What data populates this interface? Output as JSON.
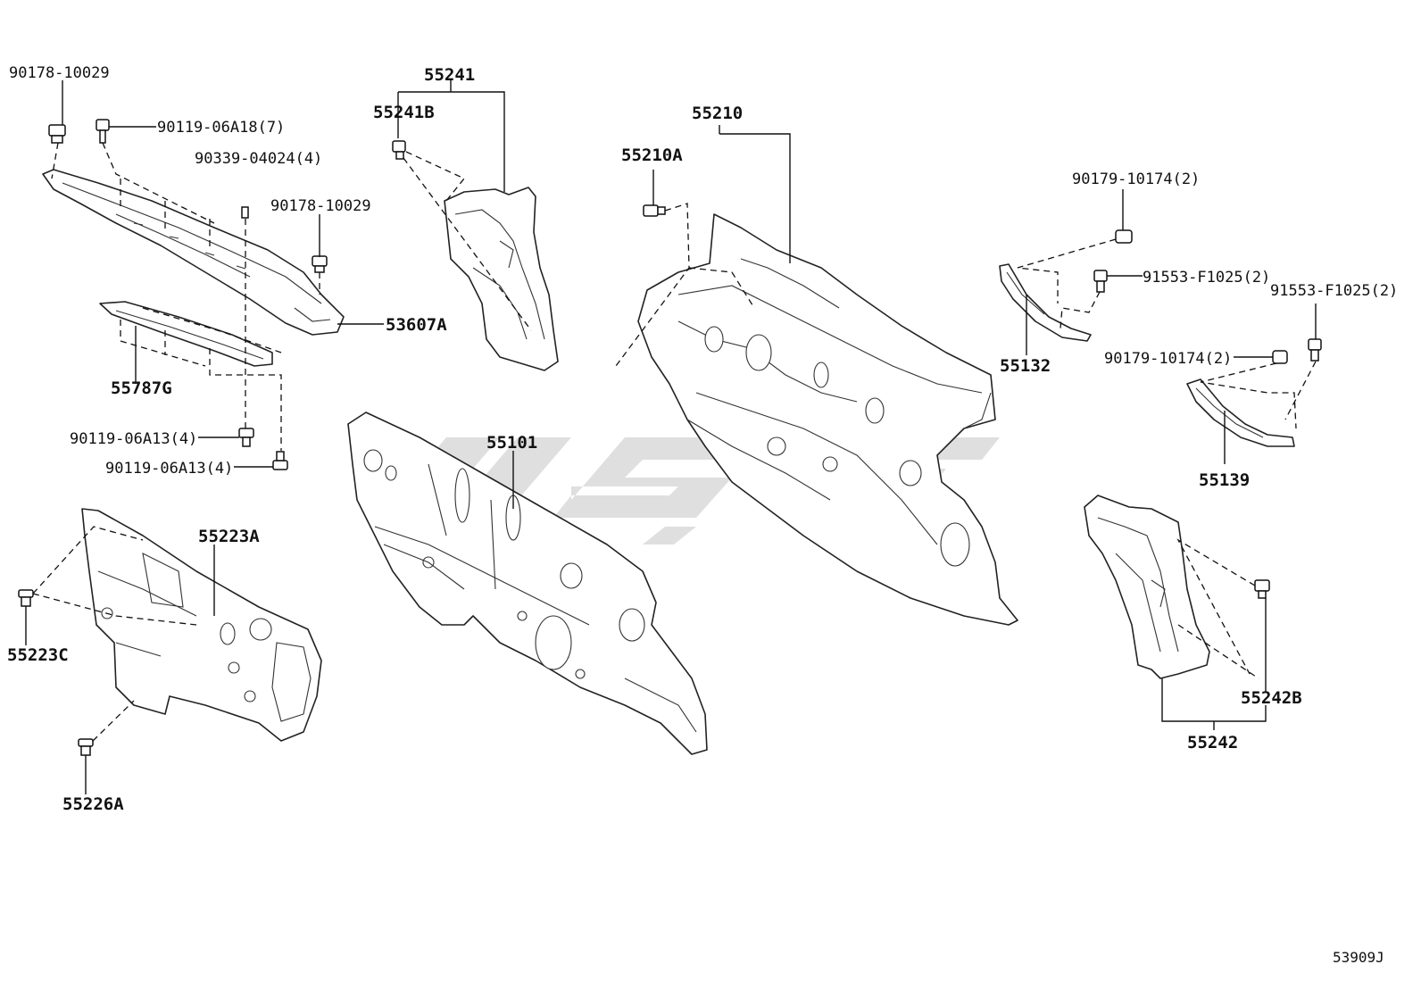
{
  "diagram_id": "53909J",
  "labels": {
    "p_90178_10029_a": "90178-10029",
    "p_90119_06A18": "90119-06A18(7)",
    "p_90339_04024": "90339-04024(4)",
    "p_90178_10029_b": "90178-10029",
    "p_53607A": "53607A",
    "p_55787G": "55787G",
    "p_90119_06A13_a": "90119-06A13(4)",
    "p_90119_06A13_b": "90119-06A13(4)",
    "p_55241": "55241",
    "p_55241B": "55241B",
    "p_55210": "55210",
    "p_55210A": "55210A",
    "p_90179_10174_a": "90179-10174(2)",
    "p_91553_F1025_a": "91553-F1025(2)",
    "p_91553_F1025_b": "91553-F1025(2)",
    "p_90179_10174_b": "90179-10174(2)",
    "p_55132": "55132",
    "p_55139": "55139",
    "p_55101": "55101",
    "p_55223A": "55223A",
    "p_55223C": "55223C",
    "p_55226A": "55226A",
    "p_55242B": "55242B",
    "p_55242": "55242"
  }
}
